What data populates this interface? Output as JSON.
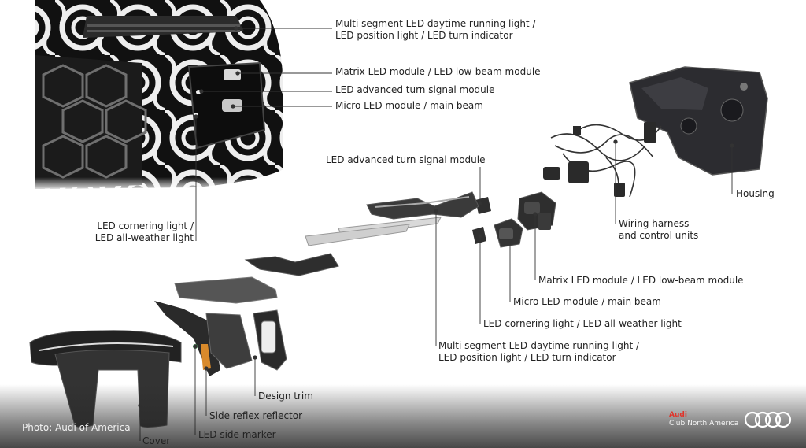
{
  "labels": {
    "top_drl": [
      "Multi segment LED daytime running light /",
      "LED position light / LED turn indicator"
    ],
    "top_matrix": "Matrix LED module / LED low-beam module",
    "top_turn": "LED advanced turn signal module",
    "top_micro": "Micro LED module / main beam",
    "mid_turn": "LED advanced turn signal module",
    "cornering_left": [
      "LED cornering light /",
      "LED all-weather light"
    ],
    "housing": "Housing",
    "wiring": [
      "Wiring harness",
      "and control units"
    ],
    "matrix_right": "Matrix LED module / LED low-beam module",
    "micro_right": "Micro LED module / main beam",
    "cornering_right": "LED cornering light / LED all-weather light",
    "drl_bottom": [
      "Multi segment LED-daytime running light /",
      "LED position light / LED turn indicator"
    ],
    "design_trim": "Design trim",
    "side_reflex": "Side reflex reflector",
    "side_marker": "LED side marker",
    "cover": "Cover"
  },
  "footer": {
    "credit": "Photo: Audi of America",
    "brand_name": "Audi",
    "brand_sub": "Club North America"
  },
  "colors": {
    "leader_line": "#333333",
    "brand_red": "#e0342a",
    "amber_reflector": "#d98a2b"
  },
  "icons": {
    "logo": "audi-four-rings-icon"
  }
}
